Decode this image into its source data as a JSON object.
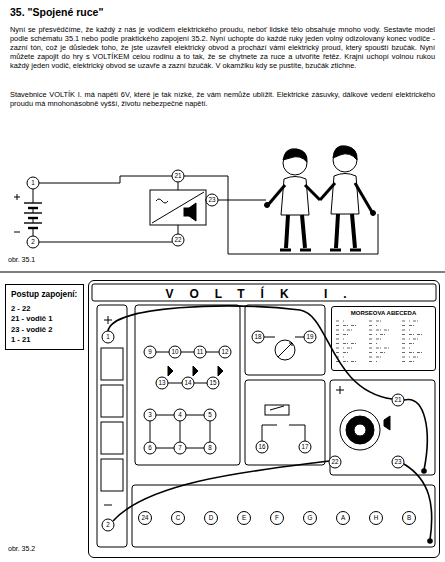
{
  "diagram": {
    "title": "35. \"Spojené ruce\"",
    "nodes": [
      {
        "text": [
          "Postup zapojení:",
          "2 - 22",
          "21 - vodič 1",
          "23 - vodič 2",
          "1 - 21"
        ]
      },
      {
        "text": [
          "VOLTÍK I."
        ]
      },
      {
        "text": [
          "MORSEOVA ABECEDA"
        ],
        "in": 1
      }
    ],
    "labels": [
      "Nyní se přesvědčíme, že každý z nás je vodičem elektrického proudu, neboť lidské tělo obsahuje mnoho vody. Sestavte model podle schématu 35.1 nebo podle praktického zapojení 35.2. Nyní uchopte do každé ruky jeden volný odizolovaný konec vodiče - zazní tón, což je důsledek toho, že jste uzavřeli elektrický obvod a prochází vámi elektrický proud, který spouští bzučák. Nyní můžete zapojit do hry s VOLTÍKEM celou rodinu a to tak, že se chytnete za ruce a utvoříte řetěz. Krajní uchopí volnou rukou každý jeden vodič, elektrický obvod se uzavře a zazní bzučák. V okamžiku kdy se pustíte, bzučák ztichne.",
      "Stavebnice VOLTÍK I. má napětí 6V, které je tak nízké, že vám nemůže ublížit. Elektrické zásuvky, dálkové vedení elektrického proudu má mnohonásobně vyšší, životu nebezpečné napětí.",
      "1",
      "2",
      "21",
      "23",
      "22",
      "obr. 35.1",
      "1",
      "2",
      "9",
      "10",
      "11",
      "12",
      "13",
      "14",
      "15",
      "3",
      "4",
      "5",
      "6",
      "7",
      "8",
      "18",
      "19",
      "16",
      "17",
      "21",
      "22",
      "23",
      "24",
      "C",
      "D",
      "E",
      "F",
      "G",
      "A",
      "H",
      "B",
      "obr. 35.2"
    ]
  }
}
